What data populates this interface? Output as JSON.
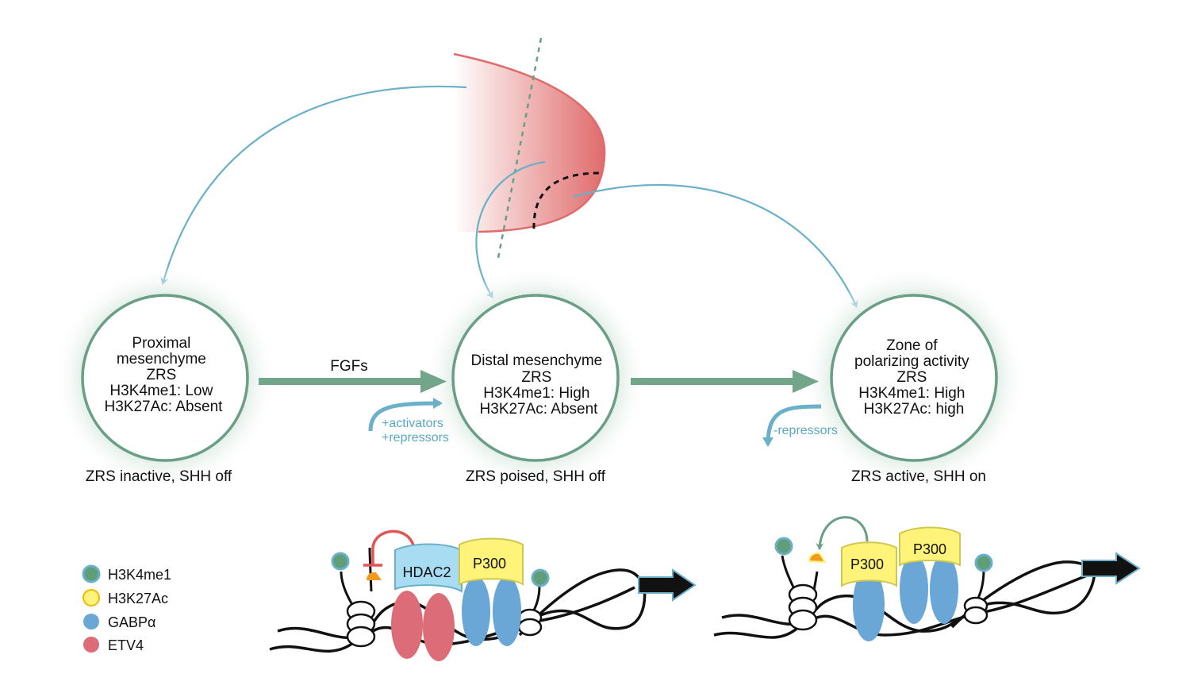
{
  "colors": {
    "circle_stroke": "#6a9e86",
    "main_arrow": "#72a58a",
    "curve_arrow": "#6ab0c9",
    "bud": "#e06b6b",
    "green_dot": "#5f9e79",
    "yellow": "#fff37a",
    "gabp": "#6aa6d6",
    "etv4": "#dc6c77",
    "hdac2": "#a8dcf2",
    "orange": "#f29a1f",
    "inhibit": "#e35454"
  },
  "states": [
    {
      "lines": [
        "Proximal",
        "mesenchyme",
        "ZRS",
        "H3K4me1: Low",
        "H3K27Ac: Absent"
      ],
      "caption": "ZRS inactive, SHH off"
    },
    {
      "lines": [
        "Distal mesenchyme",
        "ZRS",
        "H3K4me1: High",
        "H3K27Ac: Absent"
      ],
      "caption": "ZRS poised, SHH off"
    },
    {
      "lines": [
        "Zone of",
        "polarizing activity",
        "ZRS",
        "H3K4me1: High",
        "H3K27Ac: high"
      ],
      "caption": "ZRS active, SHH on"
    }
  ],
  "arrows": {
    "first_label": "FGFs"
  },
  "annotations": {
    "activators": "+activators",
    "repressors_plus": "+repressors",
    "repressors_minus": "-repressors"
  },
  "proteins": {
    "hdac2": "HDAC2",
    "p300_left": "P300",
    "p300_right_a": "P300",
    "p300_right_b": "P300"
  },
  "legend": [
    {
      "label": "H3K4me1",
      "icon": "green-dot-icon"
    },
    {
      "label": "H3K27Ac",
      "icon": "yellow-dot-icon"
    },
    {
      "label": "GABPα",
      "icon": "blue-dot-icon"
    },
    {
      "label": "ETV4",
      "icon": "red-dot-icon"
    }
  ]
}
